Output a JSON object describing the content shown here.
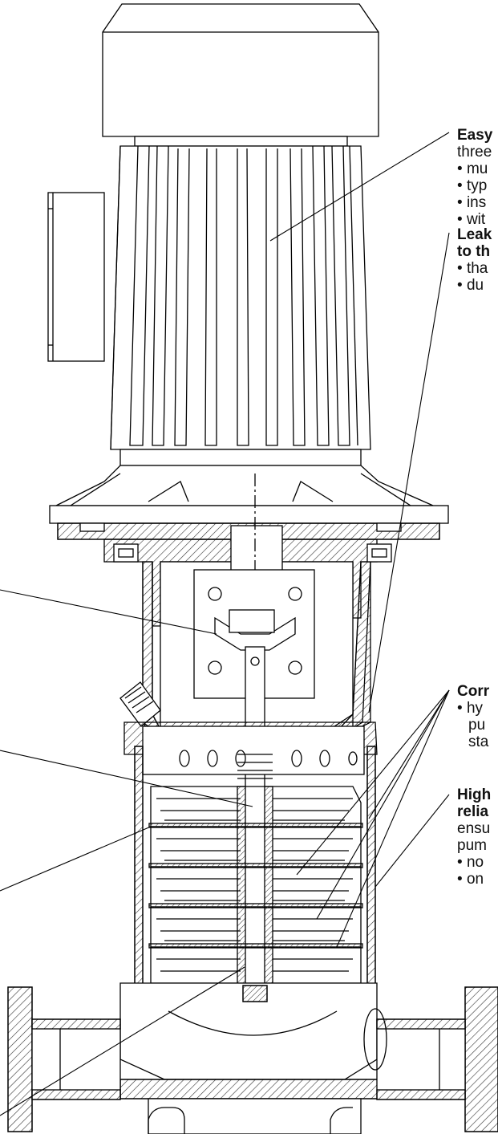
{
  "callouts": {
    "easy": {
      "heading": "Easy",
      "lines": [
        "three",
        "mu",
        "typ",
        "ins",
        "wit"
      ]
    },
    "leak": {
      "heading_1": "Leak",
      "heading_2": "to th",
      "lines": [
        "tha",
        "du"
      ]
    },
    "corr": {
      "heading": "Corr",
      "lines": [
        "hy",
        "pu",
        "sta"
      ]
    },
    "high": {
      "heading_1": "High",
      "heading_2": "relia",
      "lines": [
        "ensu",
        "pum",
        "no",
        "on"
      ]
    }
  },
  "colors": {
    "ink": "#000000",
    "paper": "#ffffff",
    "hatch": "#444444"
  }
}
